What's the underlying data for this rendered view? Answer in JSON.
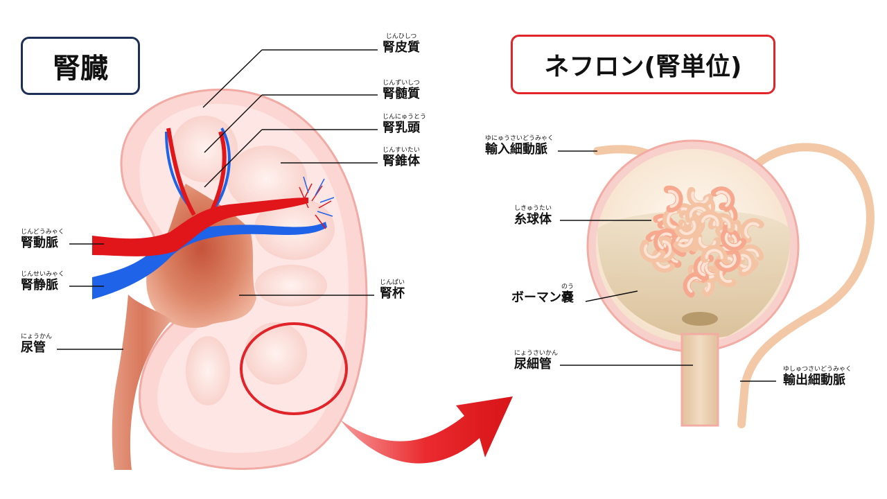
{
  "titles": {
    "kidney": "腎臓",
    "nephron": "ネフロン(腎単位)"
  },
  "kidney_labels": {
    "cortex": {
      "text": "腎皮質",
      "reading": "じんひしつ"
    },
    "medulla": {
      "text": "腎髄質",
      "reading": "じんずいしつ"
    },
    "papilla": {
      "text": "腎乳頭",
      "reading": "じんにゅうとう"
    },
    "pyramid": {
      "text": "腎錐体",
      "reading": "じんすいたい"
    },
    "artery": {
      "text": "腎動脈",
      "reading": "じんどうみゃく"
    },
    "vein": {
      "text": "腎静脈",
      "reading": "じんせいみゃく"
    },
    "ureter": {
      "text": "尿管",
      "reading": "にょうかん"
    },
    "calyx": {
      "text": "腎杯",
      "reading": "じんぱい"
    }
  },
  "nephron_labels": {
    "afferent": {
      "text": "輸入細動脈",
      "reading": "ゆにゅうさいどうみゃく"
    },
    "glomerulus": {
      "text": "糸球体",
      "reading": "しきゅうたい"
    },
    "bowman": {
      "text": "ボーマン嚢",
      "reading": "のう"
    },
    "tubule": {
      "text": "尿細管",
      "reading": "にょうさいかん"
    },
    "efferent": {
      "text": "輸出細動脈",
      "reading": "ゆしゅつさいどうみゃく"
    }
  },
  "colors": {
    "kidney_outer": "#fbd6d3",
    "kidney_inner": "#fde6e4",
    "artery": "#e0161b",
    "vein": "#1e63e8",
    "highlight": "#e0242a",
    "title_kidney_border": "#1d2f57",
    "title_nephron_border": "#e0242a",
    "vessel_tan": "#f6c9a4"
  }
}
